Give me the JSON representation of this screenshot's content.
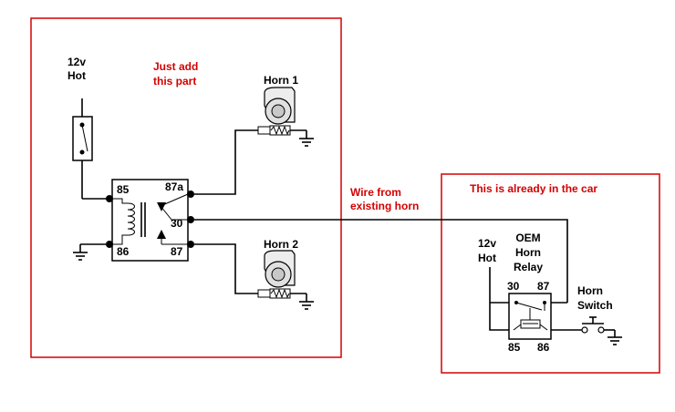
{
  "colors": {
    "box": "#d40000",
    "annotation": "#d40000",
    "wire": "#000000",
    "background": "#ffffff"
  },
  "left_box": {
    "hot_label_1": "12v",
    "hot_label_2": "Hot",
    "note_line_1": "Just add",
    "note_line_2": "this part",
    "horn1": "Horn 1",
    "horn2": "Horn 2",
    "relay_pins": {
      "p85": "85",
      "p86": "86",
      "p87a": "87a",
      "p30": "30",
      "p87": "87"
    }
  },
  "wire_note": {
    "line_1": "Wire from",
    "line_2": "existing horn"
  },
  "right_box": {
    "title": "This is already in the car",
    "hot_label_1": "12v",
    "hot_label_2": "Hot",
    "relay_label_1": "OEM",
    "relay_label_2": "Horn",
    "relay_label_3": "Relay",
    "relay_pins": {
      "p30": "30",
      "p87": "87",
      "p85": "85",
      "p86": "86"
    },
    "switch_label_1": "Horn",
    "switch_label_2": "Switch"
  }
}
